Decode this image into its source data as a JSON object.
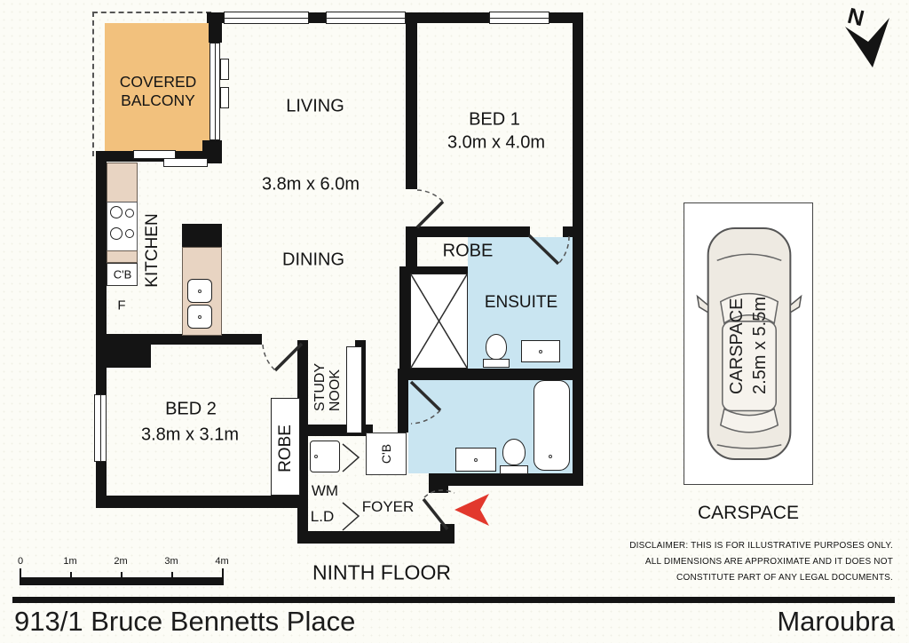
{
  "address": {
    "unit_street": "913/1 Bruce Bennetts Place",
    "suburb": "Maroubra"
  },
  "floor_label": "NINTH FLOOR",
  "compass": {
    "north_label": "N"
  },
  "rooms": {
    "balcony": "COVERED BALCONY",
    "living": {
      "name": "LIVING",
      "dims": "3.8m x 6.0m"
    },
    "dining": "DINING",
    "kitchen": "KITCHEN",
    "fridge": "F",
    "kitchen_cupboard": "C'B",
    "bed1": {
      "name": "BED 1",
      "dims": "3.0m x 4.0m"
    },
    "bed1_robe": "ROBE",
    "ensuite": "ENSUITE",
    "bed2": {
      "name": "BED 2",
      "dims": "3.8m x 3.1m"
    },
    "bed2_robe": "ROBE",
    "study_nook": {
      "line1": "STUDY",
      "line2": "NOOK"
    },
    "washing_machine": "WM",
    "laundry_dryer": "L.D",
    "foyer": "FOYER",
    "bath_cupboard": "C'B"
  },
  "carspace": {
    "caption": "CARSPACE",
    "inner_label": "CARSPACE",
    "dims": "2.5m x 5.5m"
  },
  "scale_bar": {
    "labels": [
      "0",
      "1m",
      "2m",
      "3m",
      "4m"
    ]
  },
  "disclaimer": {
    "line1": "DISCLAIMER: THIS IS FOR ILLUSTRATIVE PURPOSES ONLY.",
    "line2": "ALL DIMENSIONS ARE APPROXIMATE AND IT DOES NOT",
    "line3": "CONSTITUTE PART OF ANY LEGAL DOCUMENTS."
  },
  "colors": {
    "wall": "#141414",
    "balcony_fill": "#f2c17d",
    "wet_area_fill": "#c9e5f1",
    "bench_fill": "#e8d4c2",
    "entry_arrow": "#e2382d"
  }
}
